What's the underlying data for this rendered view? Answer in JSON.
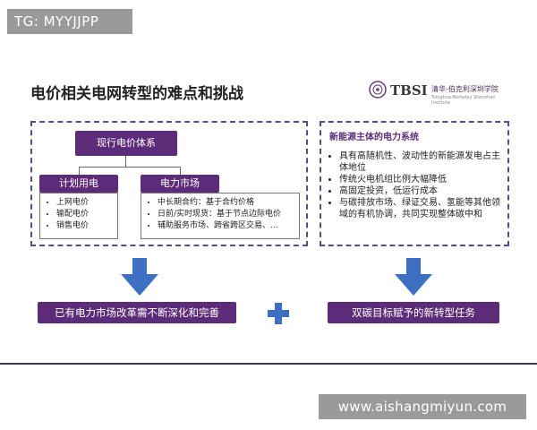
{
  "watermark_top": "TG: MYYJJPP",
  "title": "电价相关电网转型的难点和挑战",
  "logo": {
    "mark": "TBSI",
    "cn": "清华-伯克利深圳学院",
    "en": "Tsinghua-Berkeley Shenzhen Institute"
  },
  "left": {
    "main_label": "现行电价体系",
    "plan": {
      "label": "计划用电",
      "items": [
        "上网电价",
        "输配电价",
        "销售电价"
      ]
    },
    "market": {
      "label": "电力市场",
      "items": [
        "中长期合约：基于合约价格",
        "日前/实时现货：基于节点边际电价",
        "辅助服务市场、跨省跨区交易、..."
      ]
    }
  },
  "right": {
    "title": "新能源主体的电力系统",
    "items": [
      "具有高随机性、波动性的新能源发电占主体地位",
      "传统火电机组比例大幅降低",
      "高固定投资，低运行成本",
      "与碳排放市场、绿证交易、氢能等其他领域的有机协调，共同实现整体碳中和"
    ]
  },
  "bottom": {
    "left": "已有电力市场改革需不断深化和完善",
    "right": "双碳目标赋予的新转型任务"
  },
  "watermark_bottom": "www.aishangmiyun.com",
  "colors": {
    "accent": "#5c2c78",
    "arrow": "#3d6fc2",
    "dash": "#4f4f8f"
  }
}
